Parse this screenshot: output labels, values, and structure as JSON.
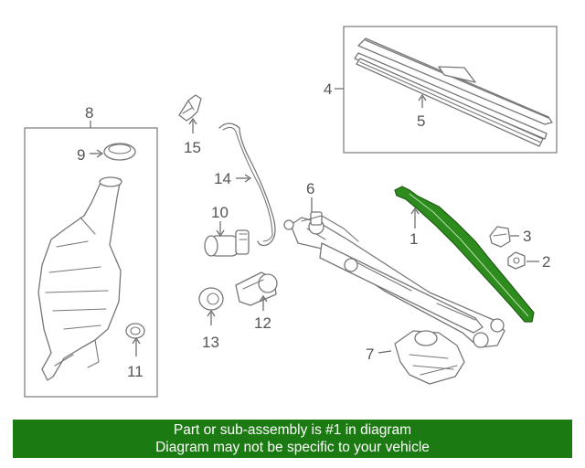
{
  "diagram": {
    "callouts": [
      {
        "id": "1",
        "label": "1"
      },
      {
        "id": "2",
        "label": "2"
      },
      {
        "id": "3",
        "label": "3"
      },
      {
        "id": "4",
        "label": "4"
      },
      {
        "id": "5",
        "label": "5"
      },
      {
        "id": "6",
        "label": "6"
      },
      {
        "id": "7",
        "label": "7"
      },
      {
        "id": "8",
        "label": "8"
      },
      {
        "id": "9",
        "label": "9"
      },
      {
        "id": "10",
        "label": "10"
      },
      {
        "id": "11",
        "label": "11"
      },
      {
        "id": "12",
        "label": "12"
      },
      {
        "id": "13",
        "label": "13"
      },
      {
        "id": "14",
        "label": "14"
      },
      {
        "id": "15",
        "label": "15"
      }
    ],
    "highlight_color": "#2e8b1e",
    "line_color": "#777777"
  },
  "banner": {
    "line1": "Part or sub-assembly is #1 in diagram",
    "line2": "Diagram may not be specific to your vehicle",
    "background": "#1c7a12"
  }
}
